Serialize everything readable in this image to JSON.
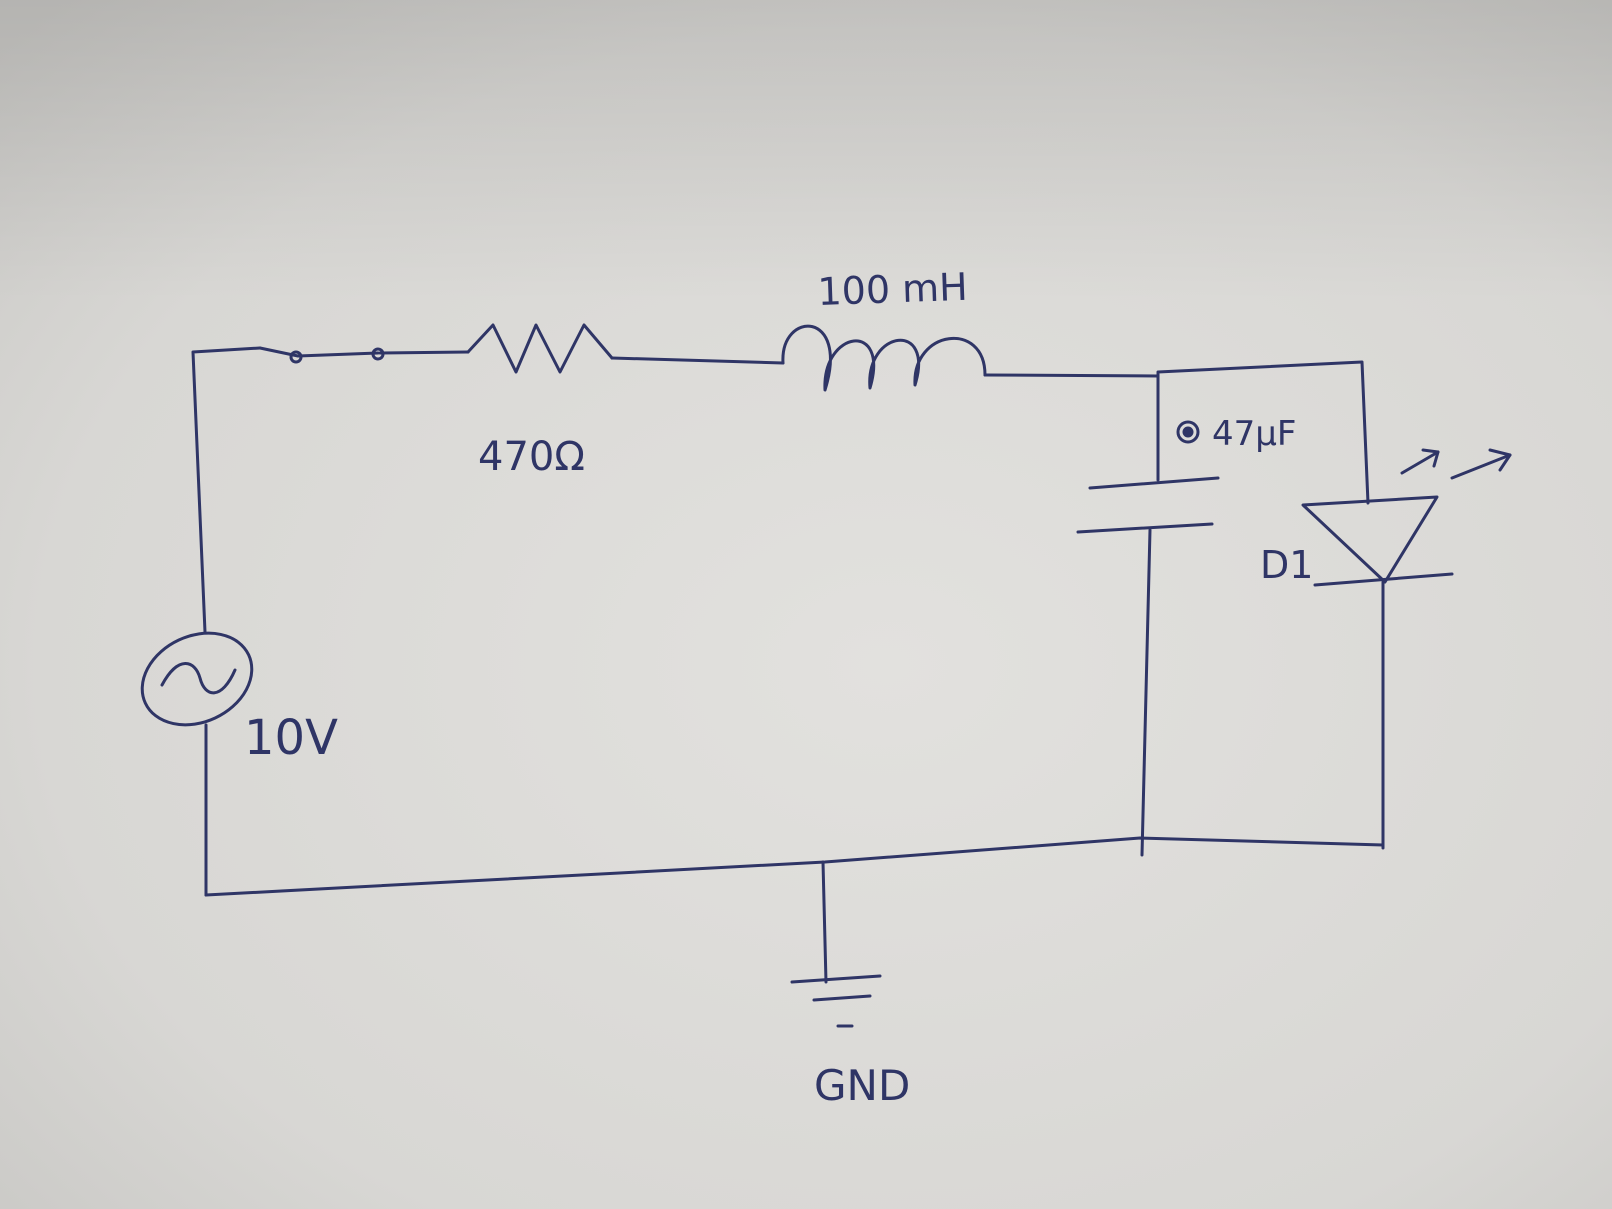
{
  "diagram": {
    "paper_color": "#dcdbd8",
    "ink_color": "#2f3566",
    "source": {
      "label": "10V",
      "symbol": "ac-source-icon"
    },
    "switch": {
      "symbol": "switch-icon"
    },
    "resistor": {
      "label": "470Ω",
      "symbol": "resistor-icon"
    },
    "inductor": {
      "label": "100 mH",
      "symbol": "inductor-icon"
    },
    "capacitor": {
      "label": "47μF",
      "symbol": "capacitor-icon"
    },
    "led": {
      "label": "D1",
      "symbol": "led-icon"
    },
    "ground": {
      "label": "GND",
      "symbol": "ground-icon"
    }
  }
}
